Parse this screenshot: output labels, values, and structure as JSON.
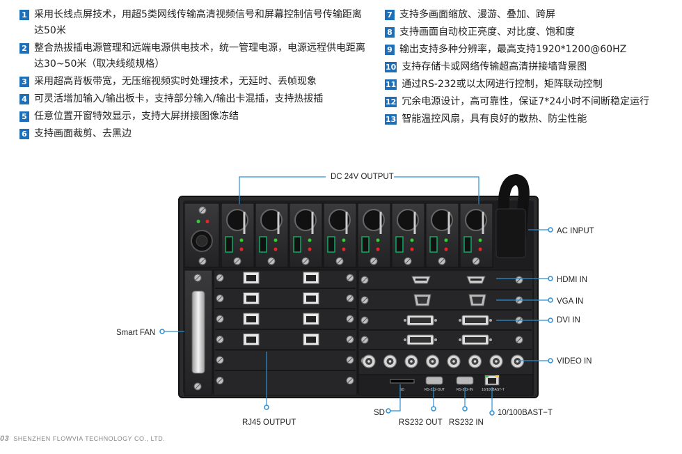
{
  "features_left": [
    {
      "num": "1",
      "text": "采用长线点屏技术，用超5类网线传输高清视频信号和屏幕控制信号传输距离达50米"
    },
    {
      "num": "2",
      "text": "整合热拔插电源管理和远端电源供电技术，统一管理电源，电源远程供电距离达30~50米（取决线缆规格）"
    },
    {
      "num": "3",
      "text": "采用超高背板带宽，无压缩视频实时处理技术，无延时、丢帧现象"
    },
    {
      "num": "4",
      "text": "可灵活增加输入/输出板卡，支持部分输入/输出卡混插，支持热拔插"
    },
    {
      "num": "5",
      "text": "任意位置开窗特效显示，支持大屏拼接图像冻结"
    },
    {
      "num": "6",
      "text": "支持画面裁剪、去黑边"
    }
  ],
  "features_right": [
    {
      "num": "7",
      "text": "支持多画面缩放、漫游、叠加、跨屏"
    },
    {
      "num": "8",
      "text": "支持画面自动校正亮度、对比度、饱和度"
    },
    {
      "num": "9",
      "text": "输出支持多种分辨率，最高支持1920*1200@60HZ"
    },
    {
      "num": "10",
      "text": "支持存储卡或网络传输超高清拼接墙背景图"
    },
    {
      "num": "11",
      "text": "通过RS-232或以太网进行控制，矩阵联动控制"
    },
    {
      "num": "12",
      "text": "冗余电源设计，高可靠性，保证7*24小时不间断稳定运行"
    },
    {
      "num": "13",
      "text": "智能温控风扇，具有良好的散热、防尘性能"
    }
  ],
  "labels": {
    "dc_output": "DC 24V OUTPUT",
    "ac_input": "AC INPUT",
    "hdmi_in": "HDMI IN",
    "vga_in": "VGA IN",
    "dvi_in": "DVI IN",
    "video_in": "VIDEO IN",
    "smart_fan": "Smart FAN",
    "rj45_output": "RJ45 OUTPUT",
    "sd": "SD",
    "rs232_out": "RS232 OUT",
    "rs232_in": "RS232 IN",
    "ethernet": "10/100BAST−T"
  },
  "panel_text": {
    "sd": "SD",
    "rs232_out": "RS-232-OUT",
    "rs232_in": "RS-232-IN",
    "ethernet": "10/100BAST-T"
  },
  "footer": {
    "page": "03",
    "company": "SHENZHEN  FLOWVIA  TECHNOLOGY CO., LTD."
  },
  "colors": {
    "accent": "#1e6fb8",
    "callout": "#2a8fd4",
    "chassis": "#2b2b2d"
  }
}
